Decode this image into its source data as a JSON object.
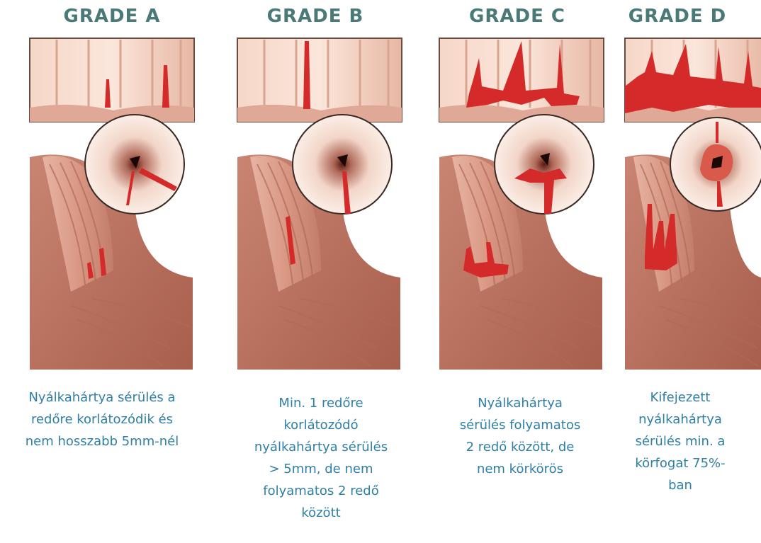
{
  "grades": [
    {
      "title": "GRADE A",
      "caption": [
        "Nyálkahártya sérülés a",
        "redőre korlátozódik és",
        "nem hosszabb 5mm-nél"
      ]
    },
    {
      "title": "GRADE B",
      "caption": [
        "Min. 1 redőre",
        "korlátozódó",
        "nyálkahártya sérülés",
        "> 5mm, de nem",
        "folyamatos 2 redő",
        "között"
      ]
    },
    {
      "title": "GRADE C",
      "caption": [
        "Nyálkahártya",
        "sérülés folyamatos",
        "2 redő között, de",
        "nem körkörös"
      ]
    },
    {
      "title": "GRADE D",
      "caption": [
        "Kifejezett",
        "nyálkahártya",
        "sérülés min. a",
        "körfogat 75%-",
        "ban"
      ]
    }
  ],
  "colors": {
    "title": "#4a7a78",
    "caption": "#2f7fa6",
    "lesion": "#d42a2a",
    "mucosa": "#f2c9b8"
  }
}
